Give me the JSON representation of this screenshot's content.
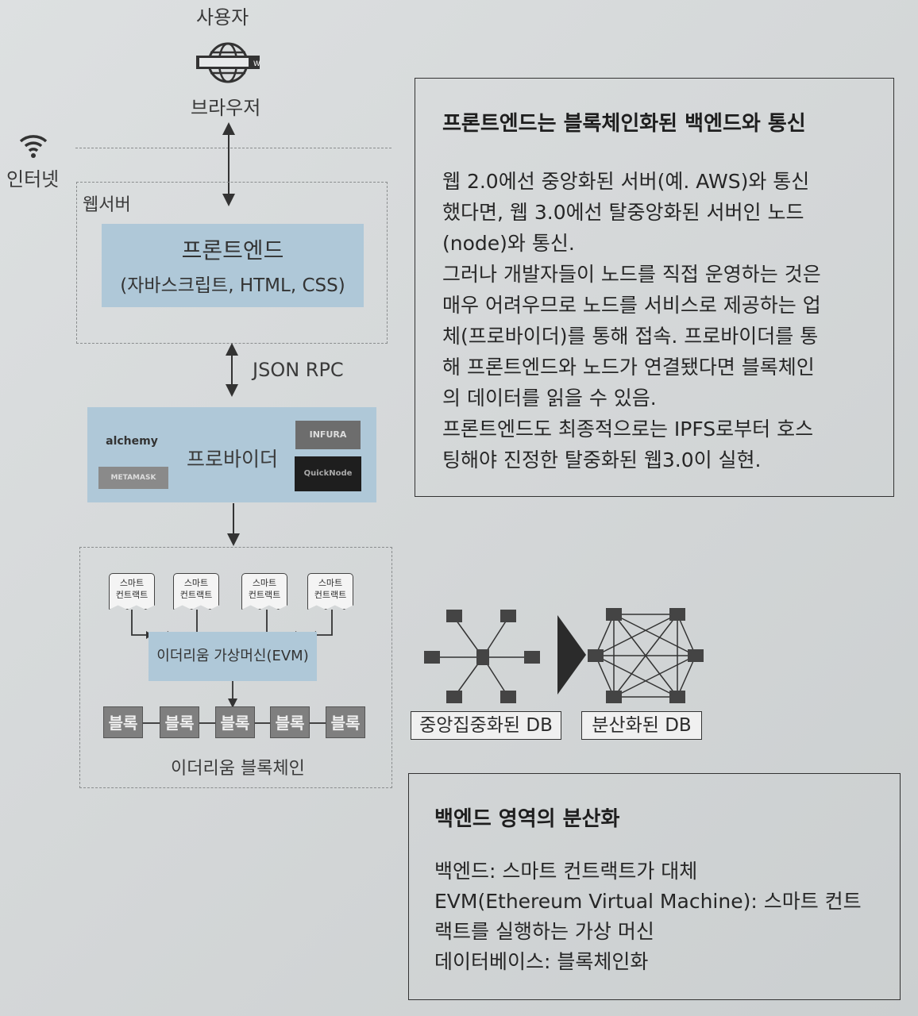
{
  "user": "사용자",
  "browser": "브라우저",
  "internet": "인터넷",
  "webserver": "웹서버",
  "frontend": {
    "title": "프론트엔드",
    "subtitle": "(자바스크립트, HTML, CSS)"
  },
  "json_rpc": "JSON RPC",
  "provider": {
    "label": "프로바이더",
    "logos": [
      "alchemy",
      "INFURA",
      "METAMASK",
      "QuickNode"
    ]
  },
  "contract_label_line1": "스마트",
  "contract_label_line2": "컨트랙트",
  "evm": "이더리움 가상머신(EVM)",
  "block": "블록",
  "ethereum_chain": "이더리움 블록체인",
  "centralized_db": "중앙집중화된 DB",
  "decentralized_db": "분산화된 DB",
  "panel_top": {
    "title": "프론트엔드는 블록체인화된 백엔드와 통신",
    "lines": [
      "웹 2.0에선 중앙화된 서버(예. AWS)와 통신",
      "했다면, 웹 3.0에선 탈중앙화된 서버인 노드",
      "(node)와 통신.",
      "그러나 개발자들이 노드를 직접 운영하는 것은",
      "매우 어려우므로 노드를 서비스로 제공하는 업",
      "체(프로바이더)를 통해 접속. 프로바이더를 통",
      "해 프론트엔드와 노드가 연결됐다면 블록체인",
      "의 데이터를 읽을 수 있음.",
      "프론트엔드도 최종적으로는 IPFS로부터 호스",
      "팅해야 진정한 탈중화된 웹3.0이 실현."
    ]
  },
  "panel_bottom": {
    "title": "백엔드 영역의 분산화",
    "lines": [
      "백엔드: 스마트 컨트랙트가 대체",
      "EVM(Ethereum Virtual Machine): 스마트 컨트",
      "랙트를 실행하는 가상 머신",
      "데이터베이스: 블록체인화"
    ]
  }
}
